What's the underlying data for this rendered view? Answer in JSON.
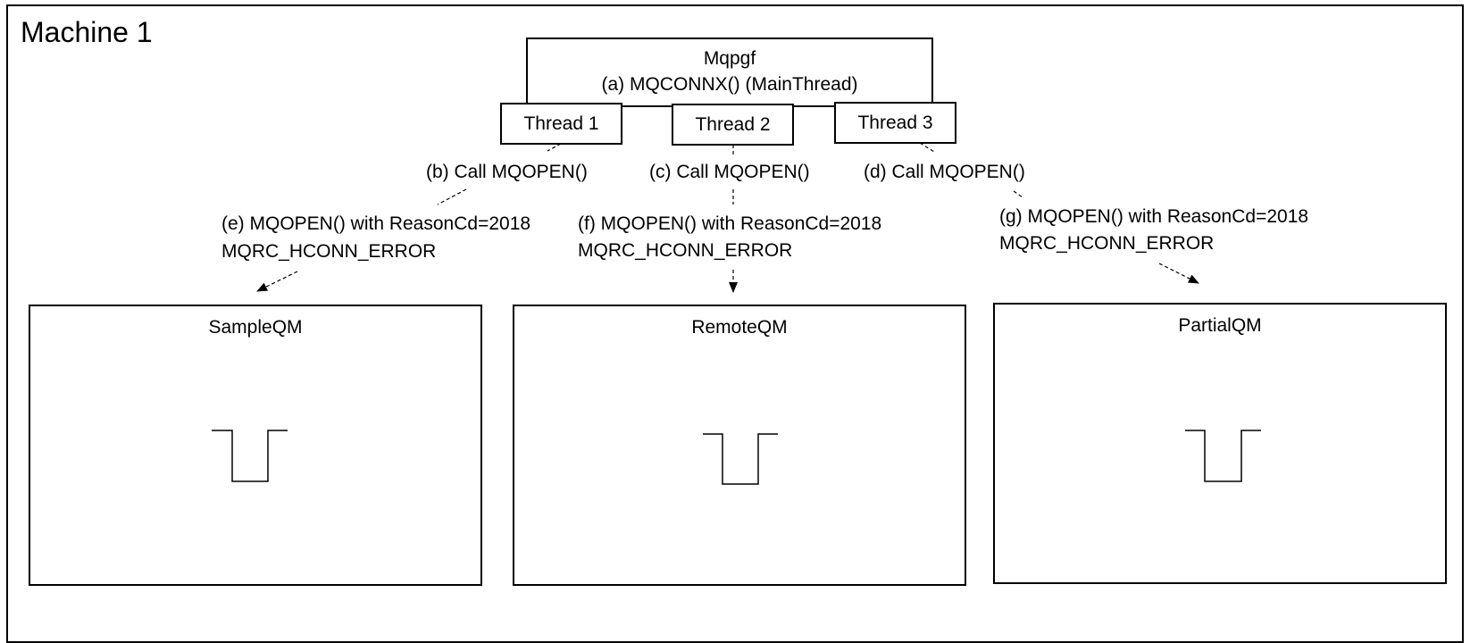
{
  "frame": {
    "title": "Machine 1"
  },
  "main_process": {
    "name": "Mqpgf",
    "connect_call": "(a) MQCONNX() (MainThread)"
  },
  "threads": [
    {
      "label": "Thread 1"
    },
    {
      "label": "Thread 2"
    },
    {
      "label": "Thread 3"
    }
  ],
  "calls": [
    {
      "label": "(b) Call MQOPEN()"
    },
    {
      "label": "(c) Call MQOPEN()"
    },
    {
      "label": "(d) Call MQOPEN()"
    }
  ],
  "results": [
    {
      "line1": "(e) MQOPEN() with ReasonCd=2018",
      "line2": "MQRC_HCONN_ERROR"
    },
    {
      "line1": "(f) MQOPEN() with ReasonCd=2018",
      "line2": "MQRC_HCONN_ERROR"
    },
    {
      "line1": "(g) MQOPEN() with ReasonCd=2018",
      "line2": "MQRC_HCONN_ERROR"
    }
  ],
  "queue_managers": [
    {
      "name": "SampleQM"
    },
    {
      "name": "RemoteQM"
    },
    {
      "name": "PartialQM"
    }
  ],
  "colors": {
    "line": "#000000",
    "background": "#ffffff"
  }
}
